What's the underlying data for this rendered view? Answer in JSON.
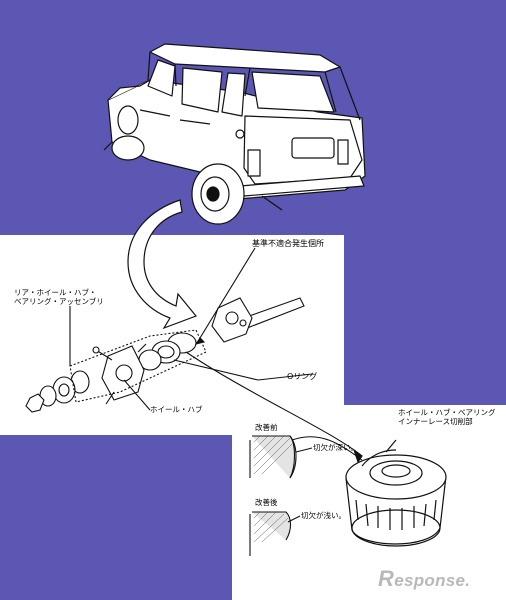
{
  "labels": {
    "defect_location": "基準不適合発生個所",
    "assembly_line1": "リア・ホイール・ハブ・",
    "assembly_line2": "ベアリング・アッセンブリ",
    "o_ring": "Oリング",
    "wheel_hub": "ホイール・ハブ",
    "inner_race_line1": "ホイール・ハブ・ベアリング",
    "inner_race_line2": "インナーレース切削部",
    "before": "改善前",
    "after": "改善後",
    "cut_deep": "切欠が深い。",
    "cut_shallow": "切欠が浅い。"
  },
  "watermark": {
    "first": "R",
    "rest": "esponse."
  },
  "colors": {
    "background": "#5b57b3",
    "panel": "#ffffff",
    "line": "#111111",
    "watermark": "#b9b9b9"
  }
}
